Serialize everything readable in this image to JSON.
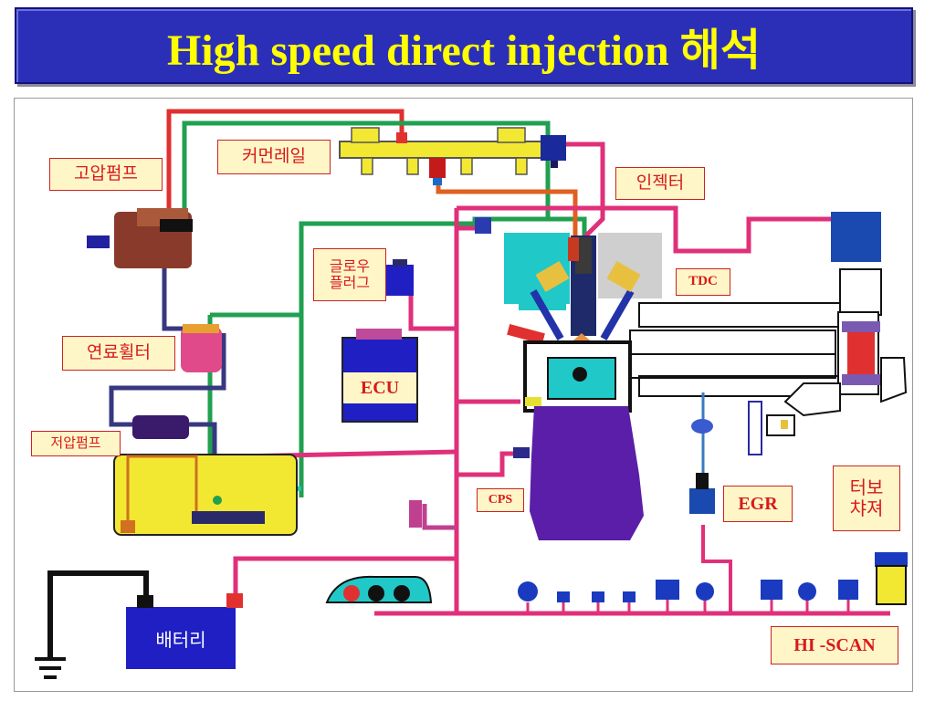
{
  "title": "High speed direct injection 해석",
  "labels": {
    "high_pressure_pump": "고압펌프",
    "common_rail": "커먼레일",
    "injector": "인젝터",
    "glow_plug": "글로우\n플러그",
    "tdc": "TDC",
    "fuel_filter": "연료휠터",
    "ecu": "ECU",
    "low_pressure_pump": "저압펌프",
    "cps": "CPS",
    "egr": "EGR",
    "turbocharger": "터보\n챠져",
    "battery": "배터리",
    "hi_scan": "HI -SCAN"
  },
  "colors": {
    "title_bg": "#2b2fb8",
    "title_text": "#ffff00",
    "wire_pink": "#e0307a",
    "fuel_red": "#e03030",
    "wire_green": "#20a050",
    "fuel_line": "#383880",
    "engine_purple": "#5a1ea8",
    "ecu_blue": "#1f1fc4",
    "label_text": "#d81a1a"
  }
}
